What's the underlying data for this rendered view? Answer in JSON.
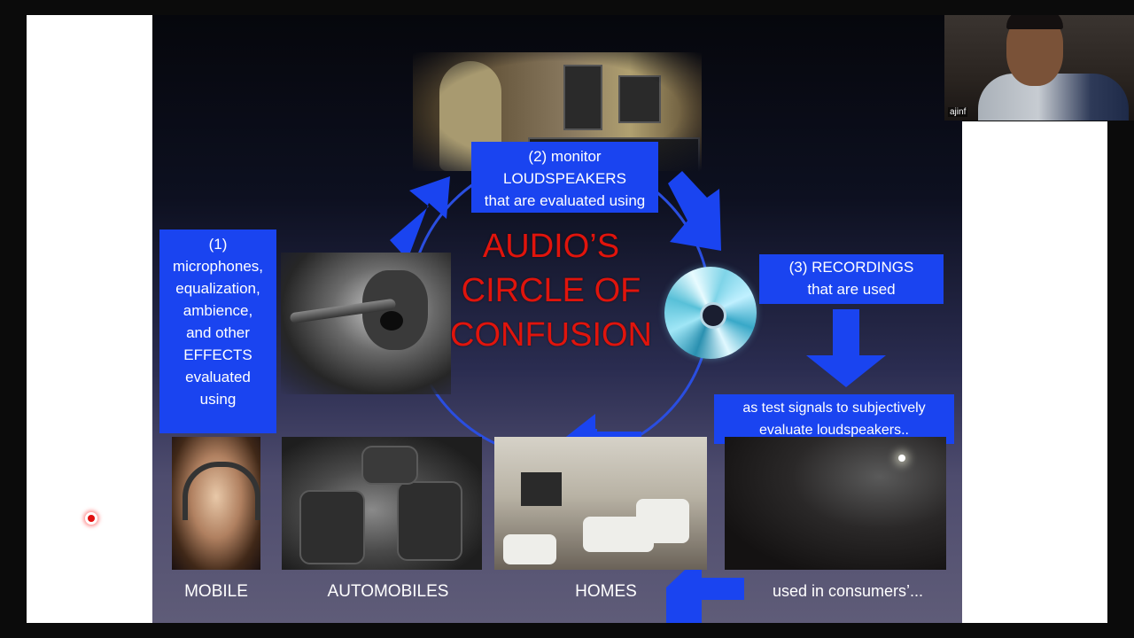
{
  "webcam": {
    "participant_name": "ajinf"
  },
  "slide": {
    "title_lines": [
      "AUDIO’S",
      "CIRCLE OF",
      "CONFUSION"
    ],
    "box_effects_lines": [
      "(1)",
      "microphones,",
      "equalization,",
      "ambience,",
      "and other",
      "EFFECTS",
      "evaluated",
      "using"
    ],
    "box_monitor_lines": [
      "(2) monitor",
      "LOUDSPEAKERS",
      "that are evaluated using"
    ],
    "box_recordings_lines": [
      "(3) RECORDINGS",
      "that are used"
    ],
    "box_signals_lines": [
      "as test signals to subjectively",
      "evaluate loudspeakers.."
    ],
    "labels": {
      "mobile": "MOBILE",
      "automobiles": "AUTOMOBILES",
      "homes": "HOMES",
      "consumers": "used in consumers’..."
    }
  },
  "colors": {
    "box_blue": "#1a44f0",
    "arrow_blue": "#1a44f0",
    "title_red": "#e0140c",
    "circle_line": "#2a4ee0"
  },
  "icons": [
    "pointer-dot-icon",
    "cd-disc-icon"
  ]
}
